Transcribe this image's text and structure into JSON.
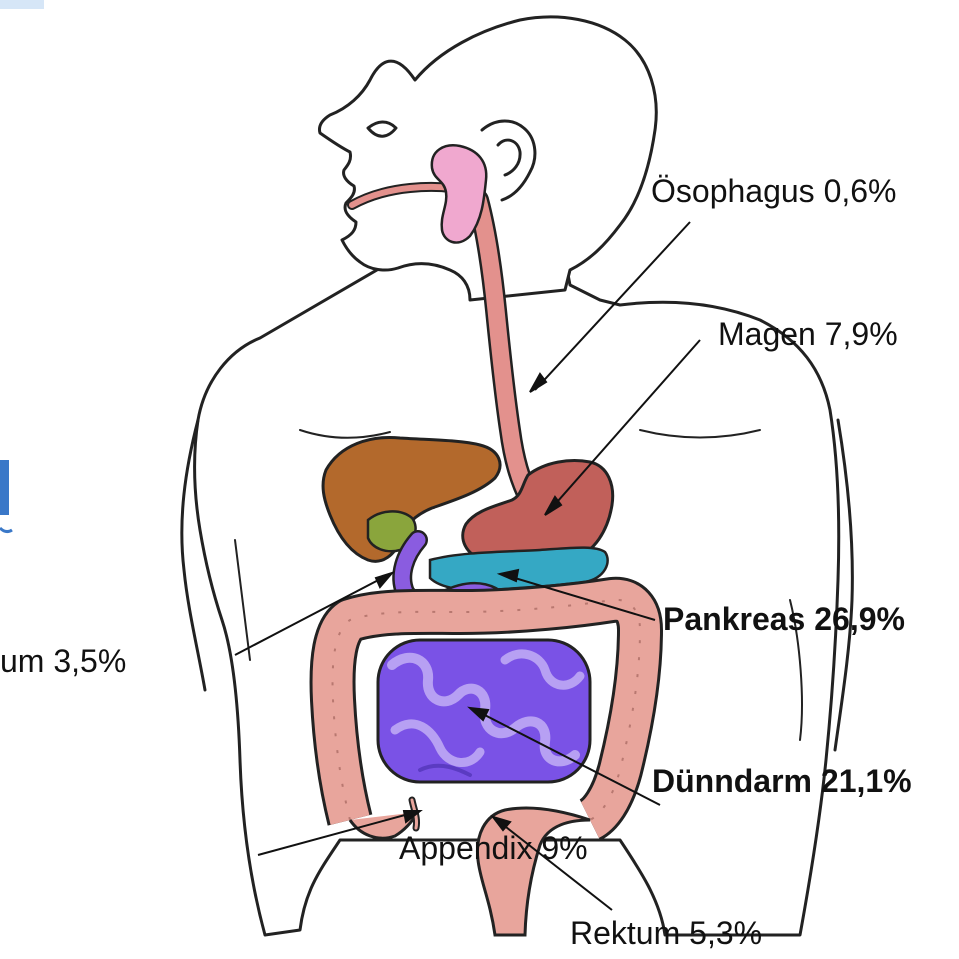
{
  "labels": {
    "oesophagus": "Ösophagus 0,6%",
    "magen": "Magen 7,9%",
    "pankreas": "Pankreas 26,9%",
    "duodenum": "um 3,5%",
    "duenndarm": "Dünndarm 21,1%",
    "appendix": "Appendix 9%",
    "rektum": "Rektum 5,3%"
  },
  "colors": {
    "outline": "#222222",
    "skin": "#ffffff",
    "esophagus": "#e3918d",
    "salivary": "#f0a8cf",
    "liver": "#b3692c",
    "gallbladder": "#8aa53c",
    "stomach": "#c1605a",
    "pancreas": "#35a8c4",
    "duodenum": "#8a5ce0",
    "small_intestine": "#7a52e6",
    "large_intestine": "#e8a59c",
    "logo_blue": "#3a78c8"
  },
  "icons": [
    "logo-fragment-icon"
  ]
}
